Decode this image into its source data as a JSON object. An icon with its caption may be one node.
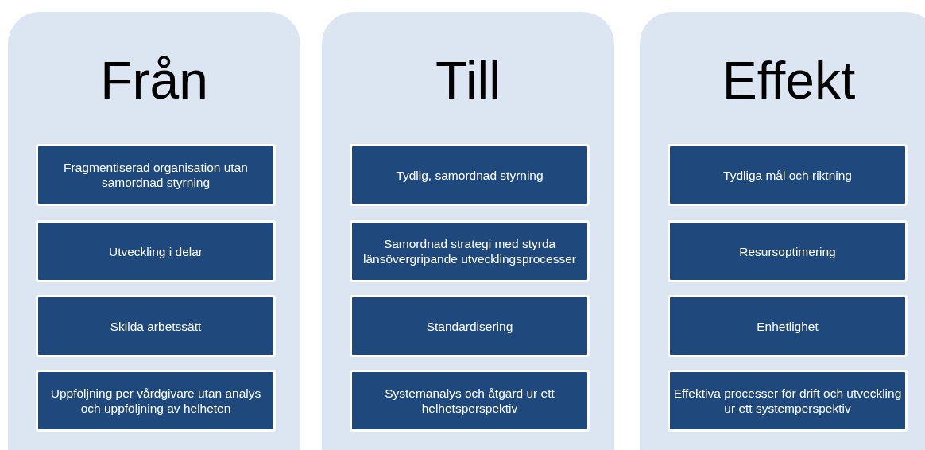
{
  "diagram": {
    "nodes": [
      {
        "text": [
          "Från"
        ]
      },
      {
        "text": [
          "Fragmentiserad organisation utan samordnad styrning"
        ],
        "in": 0
      },
      {
        "text": [
          "Utveckling i delar"
        ],
        "in": 0
      },
      {
        "text": [
          "Skilda arbetssätt"
        ],
        "in": 0
      },
      {
        "text": [
          "Uppföljning per vårdgivare utan analys och uppföljning av helheten"
        ],
        "in": 0
      },
      {
        "text": [
          "Till"
        ]
      },
      {
        "text": [
          "Tydlig, samordnad styrning"
        ],
        "in": 5
      },
      {
        "text": [
          "Samordnad strategi med styrda länsövergripande utvecklingsprocesser"
        ],
        "in": 5
      },
      {
        "text": [
          "Standardisering"
        ],
        "in": 5
      },
      {
        "text": [
          "Systemanalys och åtgärd ur ett helhetsperspektiv"
        ],
        "in": 5
      },
      {
        "text": [
          "Effekt"
        ]
      },
      {
        "text": [
          "Tydliga mål och riktning"
        ],
        "in": 10
      },
      {
        "text": [
          "Resursoptimering"
        ],
        "in": 10
      },
      {
        "text": [
          "Enhetlighet"
        ],
        "in": 10
      },
      {
        "text": [
          "Effektiva processer för drift och utveckling ur ett systemperspektiv"
        ],
        "in": 10
      }
    ]
  }
}
